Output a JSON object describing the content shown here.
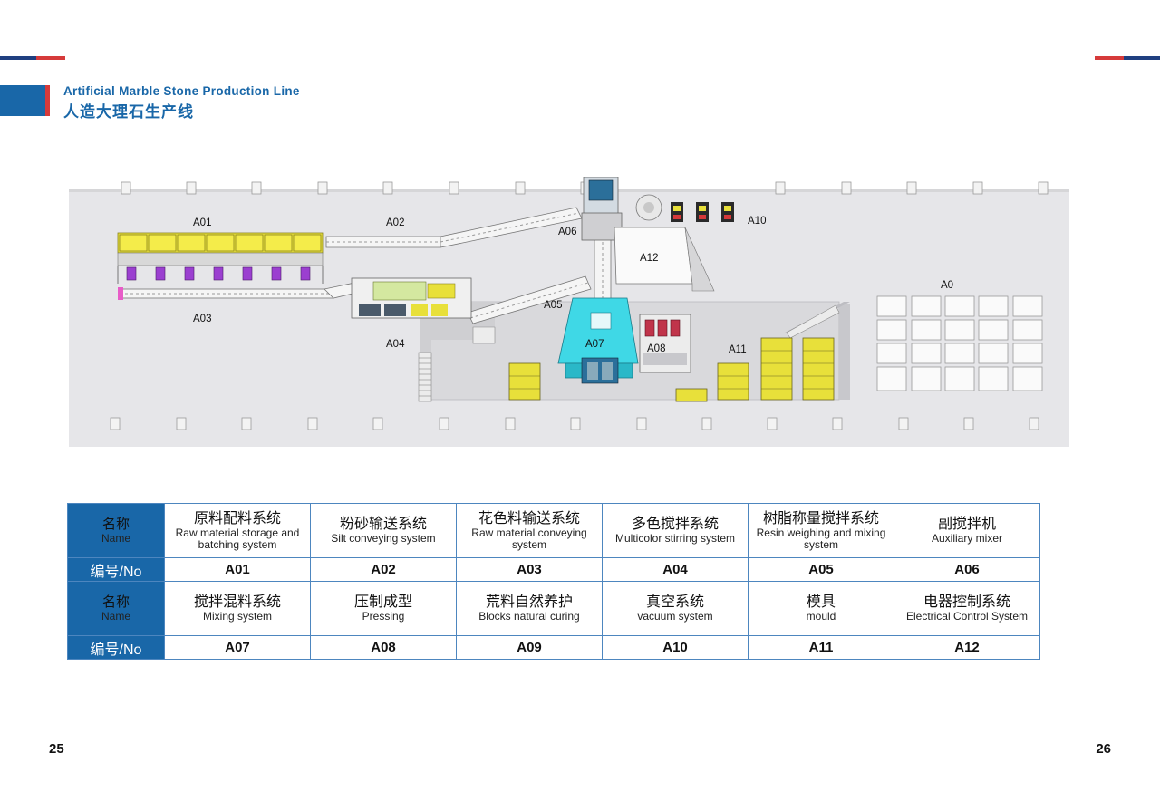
{
  "header": {
    "title_en": "Artificial Marble Stone Production Line",
    "title_cn": "人造大理石生产线"
  },
  "plan_labels": {
    "A01": "A01",
    "A02": "A02",
    "A03": "A03",
    "A04": "A04",
    "A05": "A05",
    "A06": "A06",
    "A07": "A07",
    "A08": "A08",
    "A10": "A10",
    "A11": "A11",
    "A12": "A12",
    "A09": "A0"
  },
  "legend": {
    "header_name_cn": "名称",
    "header_name_en": "Name",
    "header_no": "编号/No",
    "rows": [
      {
        "items": [
          {
            "cn": "原料配料系统",
            "en": "Raw material storage and batching system",
            "code": "A01"
          },
          {
            "cn": "粉砂输送系统",
            "en": "Silt conveying system",
            "code": "A02"
          },
          {
            "cn": "花色料输送系统",
            "en": "Raw material conveying system",
            "code": "A03"
          },
          {
            "cn": "多色搅拌系统",
            "en": "Multicolor stirring system",
            "code": "A04"
          },
          {
            "cn": "树脂称量搅拌系统",
            "en": "Resin weighing and mixing system",
            "code": "A05"
          },
          {
            "cn": "副搅拌机",
            "en": "Auxiliary mixer",
            "code": "A06"
          }
        ]
      },
      {
        "items": [
          {
            "cn": "搅拌混料系统",
            "en": "Mixing system",
            "code": "A07"
          },
          {
            "cn": "压制成型",
            "en": "Pressing",
            "code": "A08"
          },
          {
            "cn": "荒料自然养护",
            "en": "Blocks natural curing",
            "code": "A09"
          },
          {
            "cn": "真空系统",
            "en": "vacuum system",
            "code": "A10"
          },
          {
            "cn": "模具",
            "en": "mould",
            "code": "A11"
          },
          {
            "cn": "电器控制系统",
            "en": "Electrical Control System",
            "code": "A12"
          }
        ]
      }
    ]
  },
  "pages": {
    "left": "25",
    "right": "26"
  },
  "colors": {
    "brand_blue": "#1967a8",
    "accent_red": "#d63a3a",
    "floor_gray": "#e6e6e9",
    "machine_yellow": "#e8e03a",
    "tank_cyan": "#3fd8e6",
    "motor_purple": "#9b3fd0"
  }
}
